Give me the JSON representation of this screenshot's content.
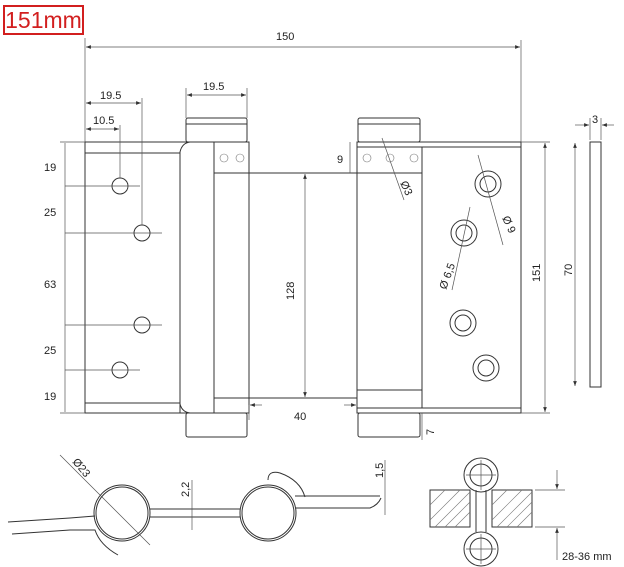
{
  "title": "151mm",
  "dimensions": {
    "overall_width": "150",
    "hole_offset_outer": "19.5",
    "hole_offset_inner": "10.5",
    "barrel_width": "19.5",
    "top_margin": "19",
    "spacing_1": "25",
    "spacing_2": "63",
    "spacing_3": "25",
    "bottom_margin": "19",
    "middle_height": "128",
    "gap_width": "40",
    "hole_row_offset": "9",
    "small_hole_dia": "Ø3",
    "countersink_dia": "Ø 9",
    "screw_hole_dia": "Ø 6,5",
    "leaf_height": "151",
    "side_height": "70",
    "thickness": "3",
    "pin_protrusion": "7",
    "barrel_dia": "Ø23",
    "band_thickness": "2,2",
    "leaf_thickness": "1,5",
    "door_thickness": "28-36 mm"
  },
  "colors": {
    "accent": "#d21f1f",
    "line": "#333333"
  }
}
